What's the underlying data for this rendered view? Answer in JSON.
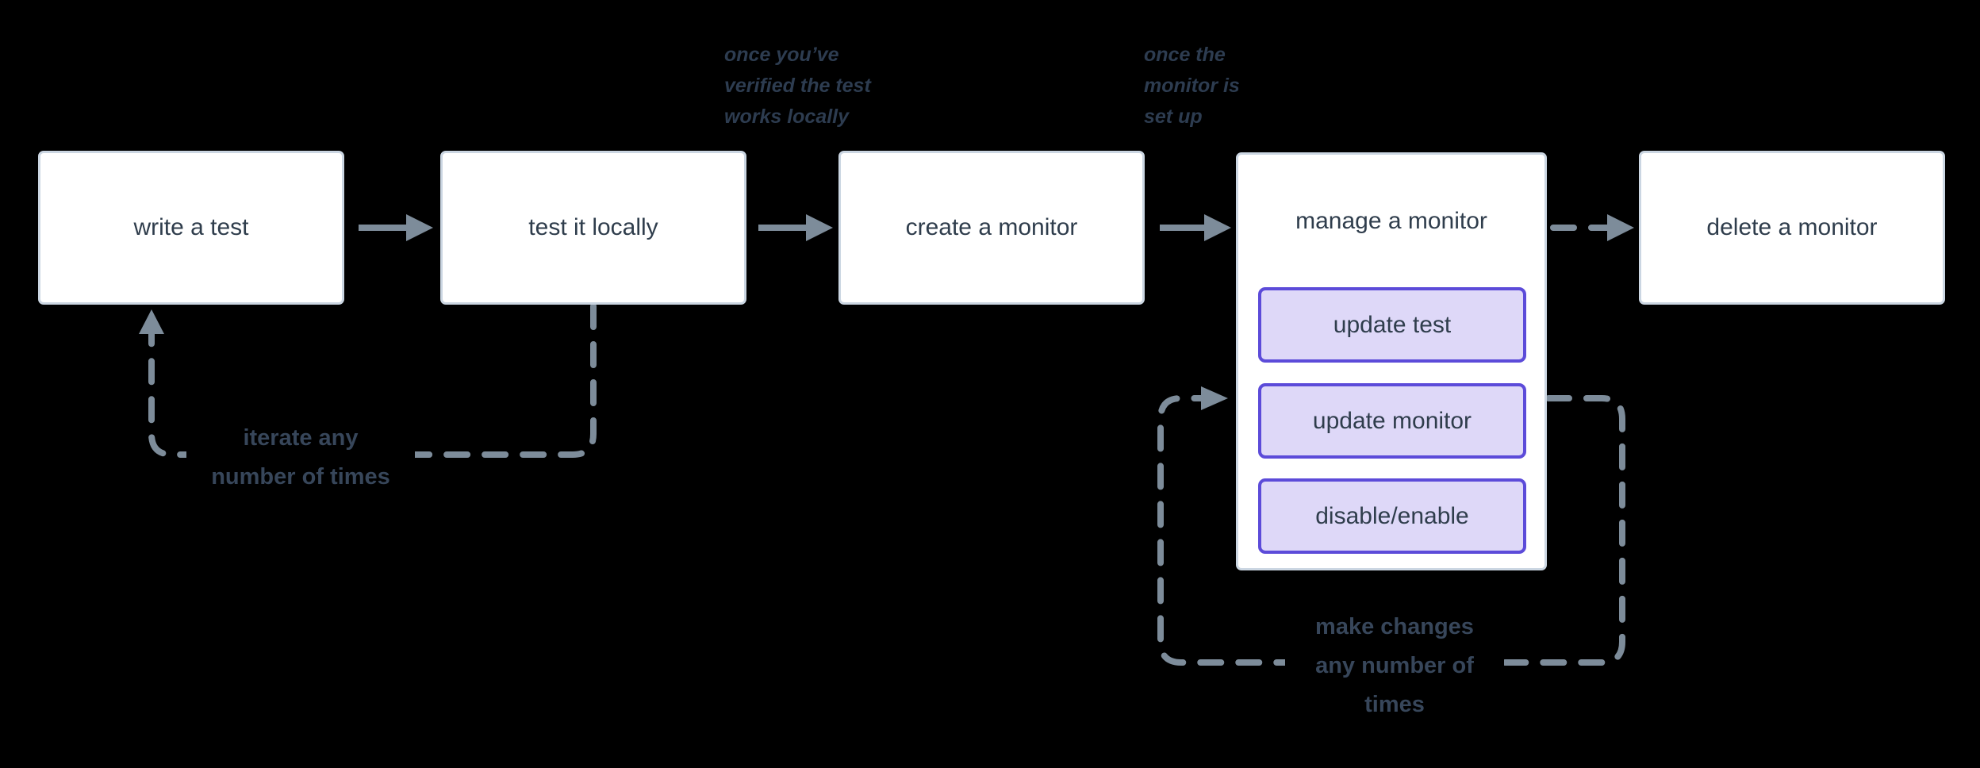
{
  "colors": {
    "background": "#000000",
    "node_fill": "#ffffff",
    "node_border": "#cbd6e2",
    "node_text": "#2f3d4c",
    "edge": "#7d8c9a",
    "accent_border": "#5c4bd9",
    "accent_fill": "#ded8f8",
    "annotation_text": "#2d3c50",
    "loop_label_text": "#37465a"
  },
  "diagram": {
    "nodes": {
      "write_test": {
        "label": "write a test"
      },
      "test_locally": {
        "label": "test it locally"
      },
      "create_monitor": {
        "label": "create a monitor"
      },
      "manage_monitor": {
        "label": "manage a monitor",
        "actions": [
          {
            "label": "update test"
          },
          {
            "label": "update monitor"
          },
          {
            "label": "disable/enable"
          }
        ]
      },
      "delete_monitor": {
        "label": "delete a monitor"
      }
    },
    "annotations": {
      "before_create": "once you’ve\nverified the test\nworks locally",
      "before_manage": "once the\nmonitor is\nset up"
    },
    "loop_labels": {
      "iterate": "iterate any\nnumber of times",
      "make_changes": "make changes\nany number of\ntimes"
    }
  }
}
